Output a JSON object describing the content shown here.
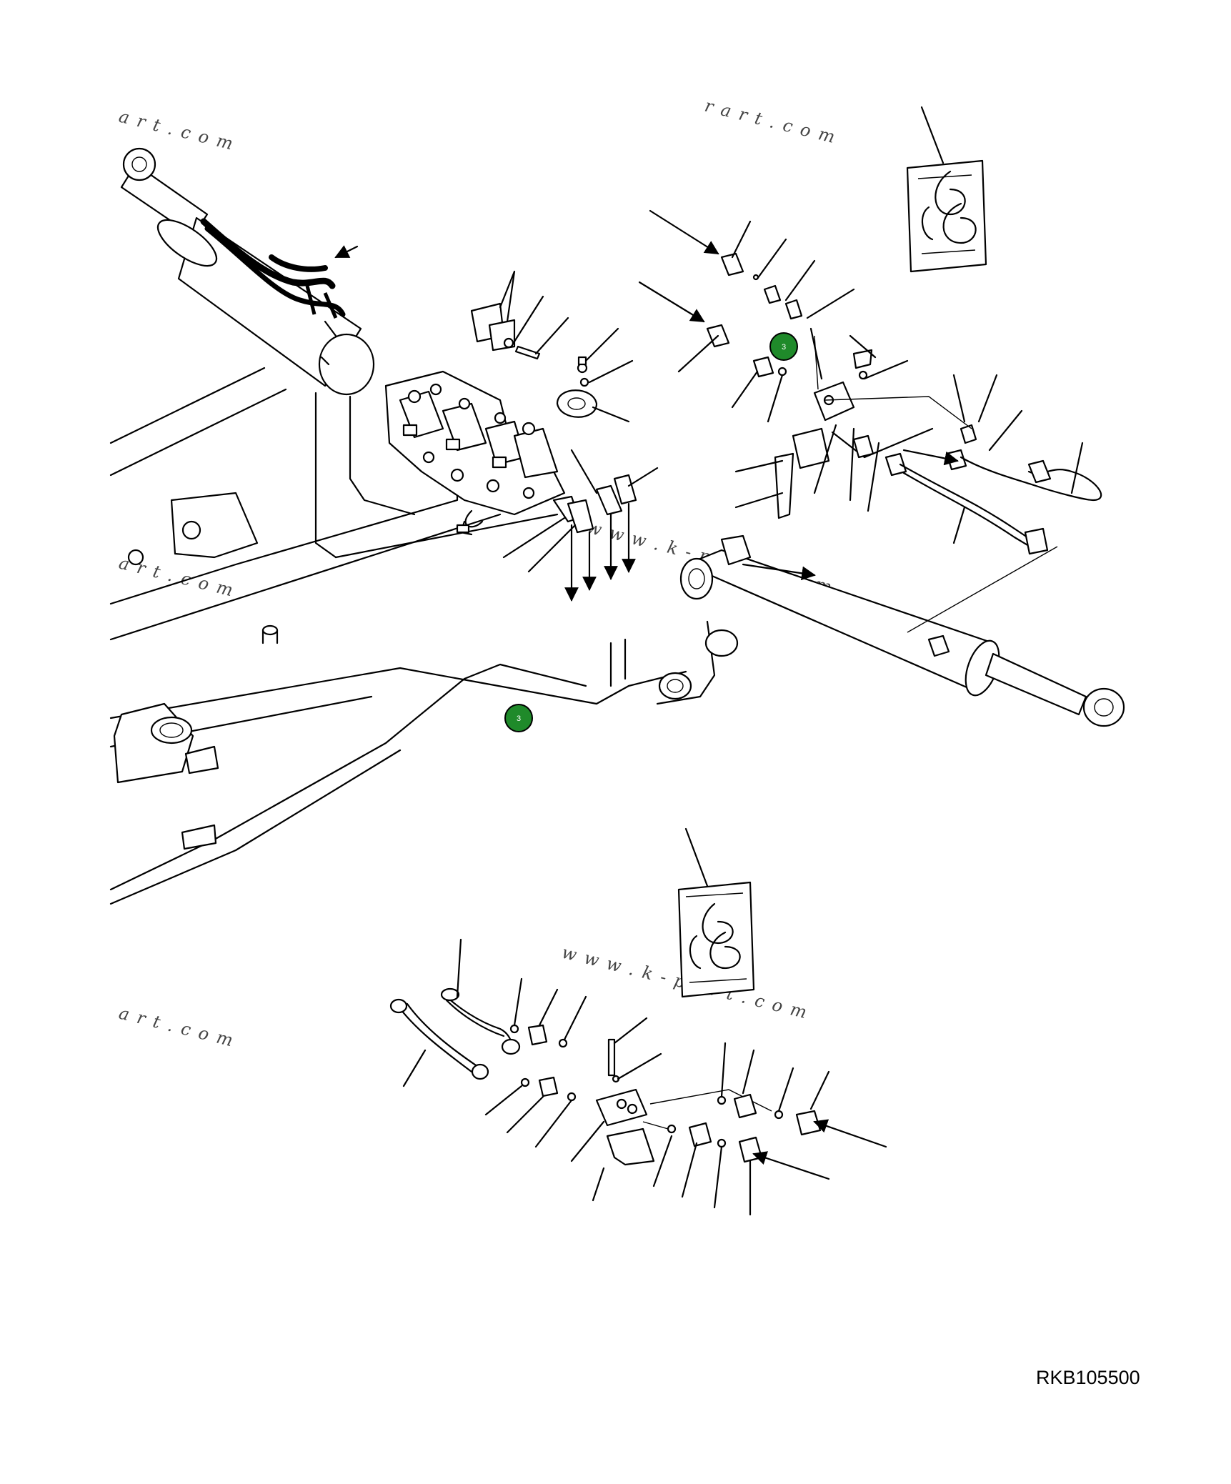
{
  "reference_code": "RKB105500",
  "watermarks": [
    "a r t . c o m",
    "r a r t . c o m",
    "a r t . c o m",
    "w w w . k - p a r t . c o m",
    "a r t . c o m",
    "w w w . k - p a r t . c o m"
  ],
  "callouts": [
    {
      "label": "3",
      "color": "#1f8a2a"
    },
    {
      "label": "3",
      "color": "#1f8a2a"
    }
  ]
}
